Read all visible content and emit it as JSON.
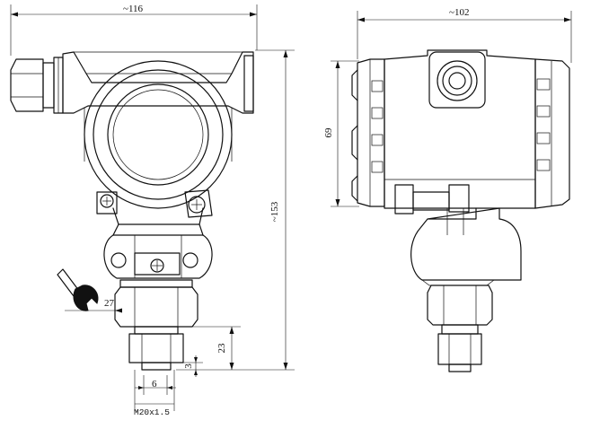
{
  "dimensions": {
    "front_width": "~116",
    "front_height": "~153",
    "wrench_size": "27",
    "thread_length": "23",
    "tip_small": "3",
    "bore": "6",
    "thread_spec": "M20x1.5",
    "side_width": "~102",
    "side_height": "69"
  }
}
